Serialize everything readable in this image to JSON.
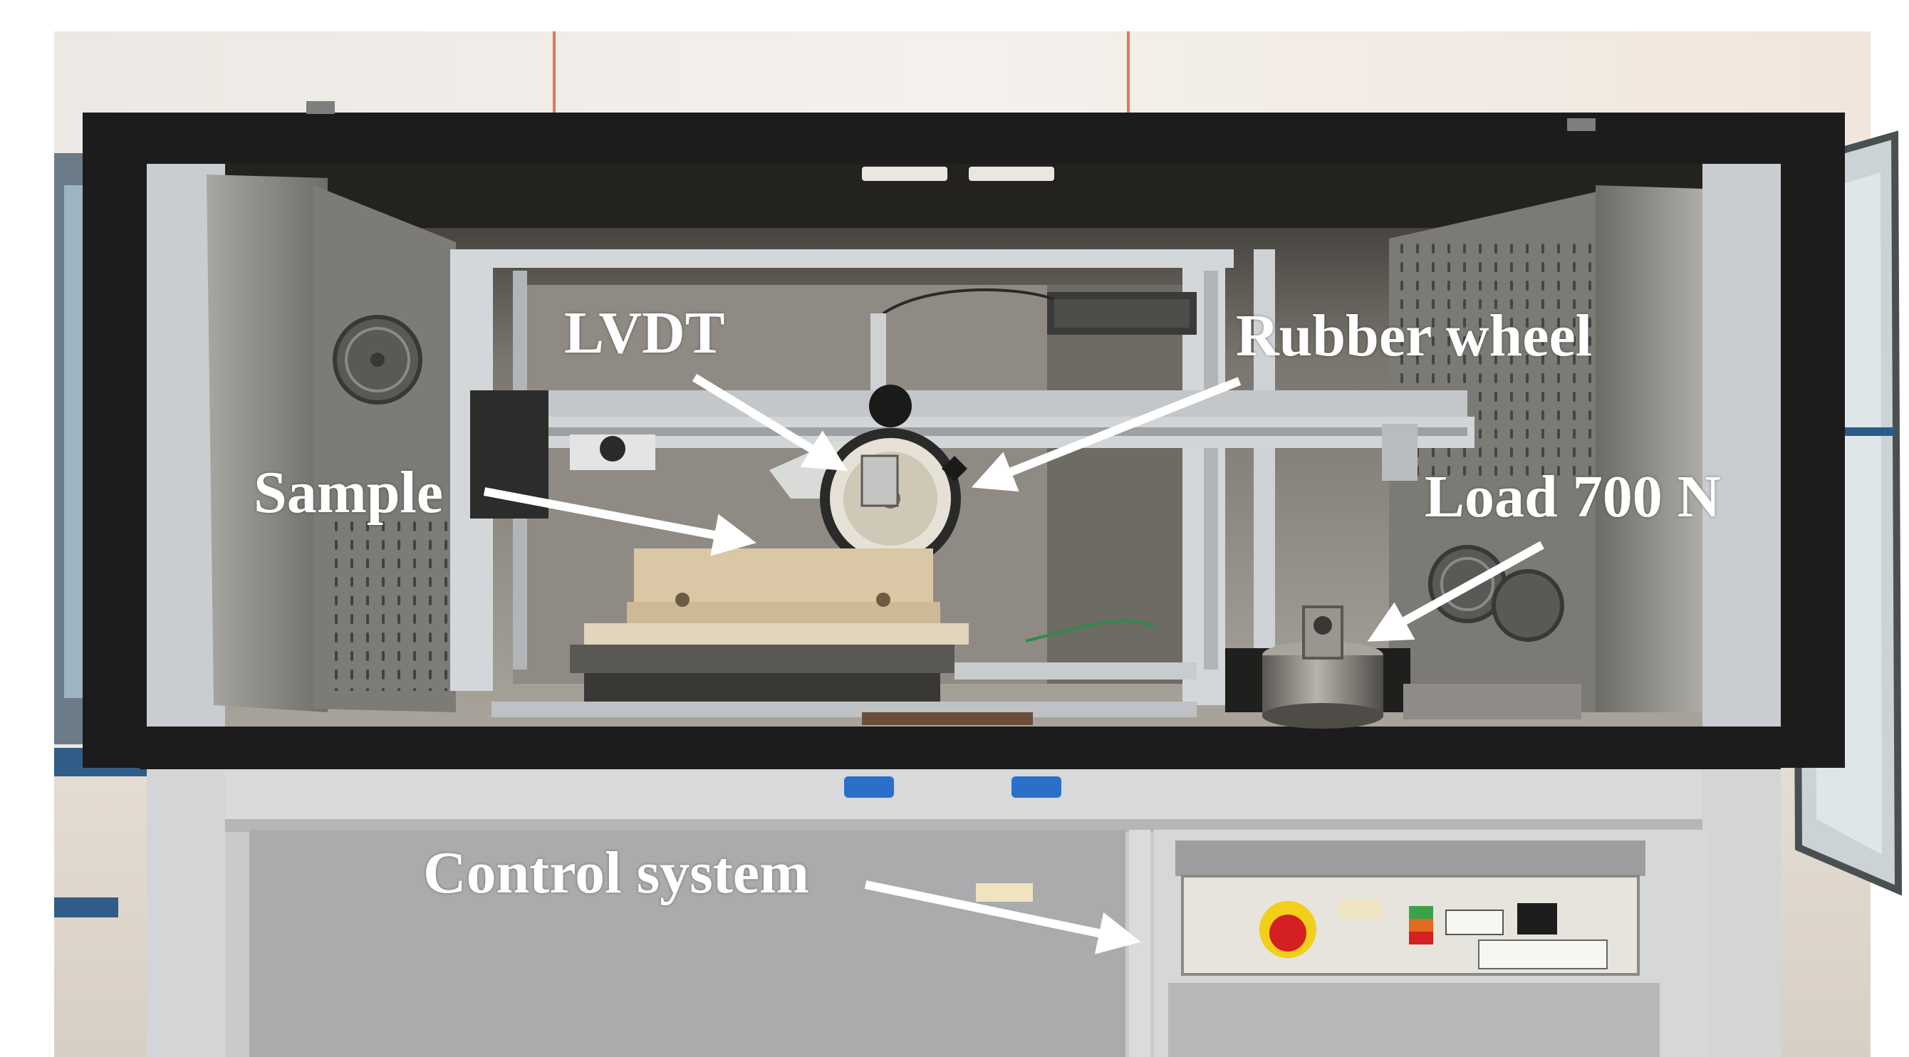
{
  "labels": {
    "lvdt": "LVDT",
    "rubber_wheel": "Rubber wheel",
    "sample": "Sample",
    "load": "Load 700 N",
    "control_system": "Control system"
  },
  "colors": {
    "frame_black": "#1c1c1c",
    "aluminum": "#c9ccd0",
    "steel_panel": "#8e8e8a",
    "wall": "#f2eeea",
    "floor": "#e4dcd2",
    "base_panel": "#cfd1d3",
    "sample_block": "#d9c7a6",
    "arrow": "#ffffff",
    "estop_red": "#d42020",
    "estop_yellow": "#f2d01a",
    "accent_blue": "#2a6fc9"
  }
}
